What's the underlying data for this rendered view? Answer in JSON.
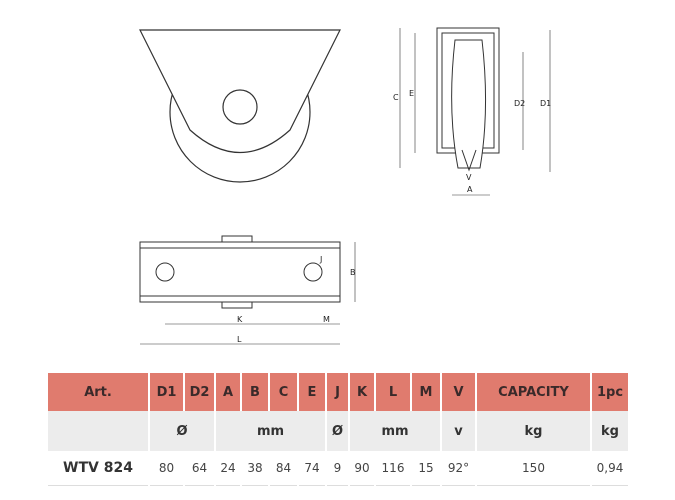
{
  "drawing_labels": {
    "C": "C",
    "E": "E",
    "D2": "D2",
    "D1": "D1",
    "V": "V",
    "A": "A",
    "B": "B",
    "K": "K",
    "M": "M",
    "L": "L",
    "J": "J"
  },
  "table": {
    "headers": [
      "Art.",
      "D1",
      "D2",
      "A",
      "B",
      "C",
      "E",
      "J",
      "K",
      "L",
      "M",
      "V",
      "CAPACITY",
      "1pc"
    ],
    "units": {
      "diam1": "Ø",
      "mm1": "mm",
      "diam2": "Ø",
      "mm2": "mm",
      "v": "v",
      "kg1": "kg",
      "kg2": "kg"
    },
    "row": [
      "WTV 824",
      "80",
      "64",
      "24",
      "38",
      "84",
      "74",
      "9",
      "90",
      "116",
      "15",
      "92°",
      "150",
      "0,94"
    ]
  }
}
